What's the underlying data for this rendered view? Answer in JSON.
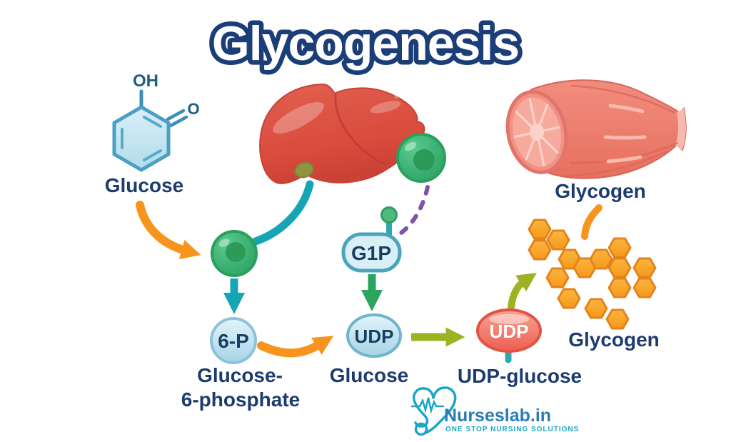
{
  "title": "Glycogenesis",
  "molecule": {
    "hydroxyl_label": "OH",
    "oxygen_label": "O",
    "name": "Glucose"
  },
  "muscle": {
    "label": "Glycogen"
  },
  "pathway": {
    "g1p_node": "G1P",
    "g6p_node": "6-P",
    "g6p_caption_line1": "Glucose-",
    "g6p_caption_line2": "6-phosphate",
    "udp_blue_node": "UDP",
    "udp_blue_caption": "Glucose",
    "udp_red_node": "UDP",
    "udp_red_caption": "UDP-glucose",
    "granule_caption": "Glycogen"
  },
  "logo": {
    "brand": "Nurseslab.in",
    "tagline": "ONE STOP NURSING SOLUTIONS"
  },
  "colors": {
    "accent_orange": "#f7941d",
    "teal": "#16a5b5",
    "green": "#2aa45f",
    "olive": "#9fb223",
    "purple": "#7d53a8",
    "navy_text": "#1d3c6e",
    "honeycomb_orange": "#f9a62a",
    "brand_blue": "#2a7cb5",
    "logo_teal": "#1ba7c4"
  }
}
